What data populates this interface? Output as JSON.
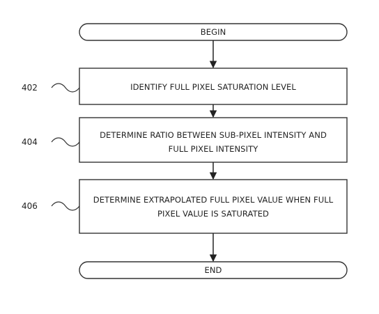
{
  "flowchart": {
    "begin": {
      "label": "BEGIN"
    },
    "steps": [
      {
        "ref": "402",
        "lines": [
          "IDENTIFY FULL PIXEL SATURATION LEVEL"
        ]
      },
      {
        "ref": "404",
        "lines": [
          "DETERMINE RATIO BETWEEN SUB-PIXEL INTENSITY AND",
          "FULL PIXEL INTENSITY"
        ]
      },
      {
        "ref": "406",
        "lines": [
          "DETERMINE EXTRAPOLATED FULL PIXEL VALUE WHEN FULL",
          "PIXEL VALUE IS SATURATED"
        ]
      }
    ],
    "end": {
      "label": "END"
    }
  }
}
